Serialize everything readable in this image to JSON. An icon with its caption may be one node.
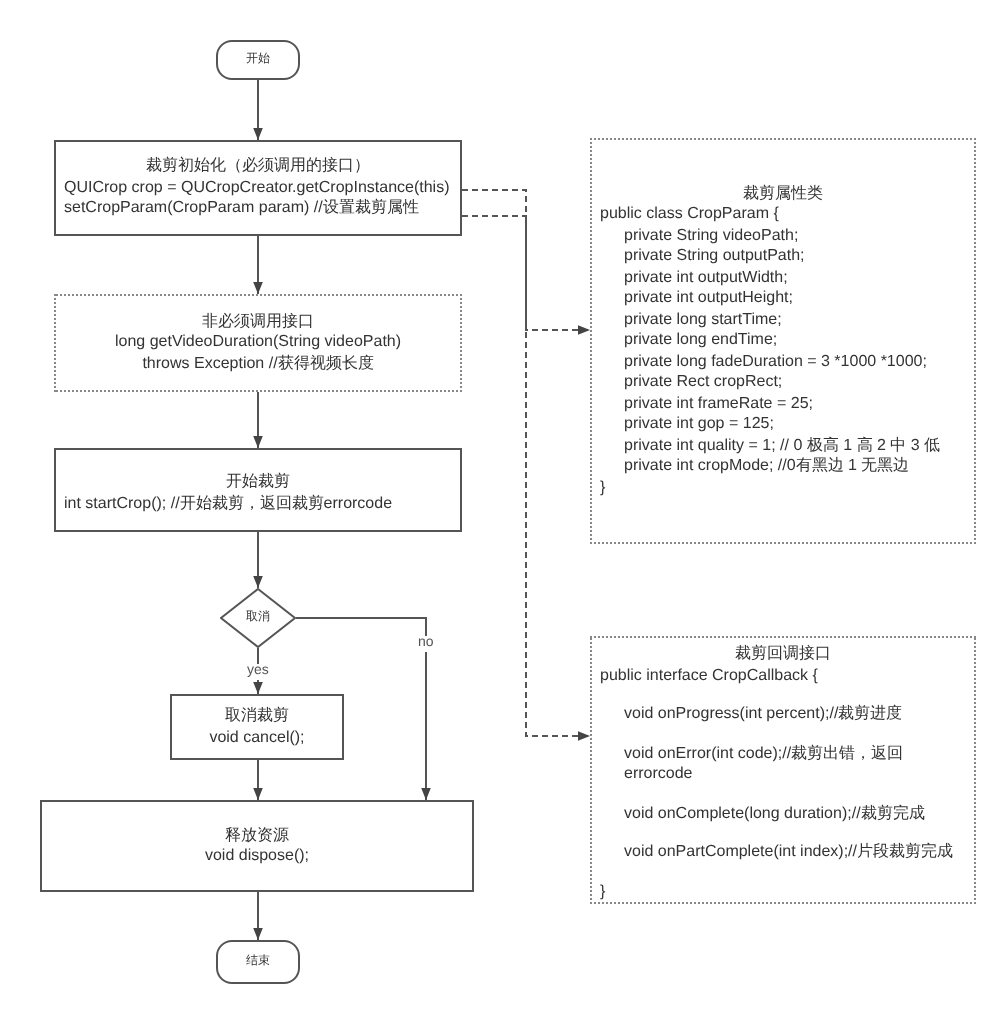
{
  "diagram": {
    "nodes": [
      {
        "text": [
          "开始"
        ]
      },
      {
        "text": [
          "裁剪初始化（必须调用的接口）",
          "QUICrop crop = QUCropCreator.getCropInstance(this)",
          "setCropParam(CropParam param) //设置裁剪属性"
        ]
      },
      {
        "text": [
          "非必须调用接口",
          "long getVideoDuration(String videoPath) throws Exception //获得视频长度"
        ]
      },
      {
        "text": [
          "开始裁剪",
          "int startCrop();  //开始裁剪，返回裁剪errorcode"
        ]
      },
      {
        "text": [
          "取消"
        ]
      },
      {
        "text": [
          "取消裁剪",
          "void cancel();"
        ]
      },
      {
        "text": [
          "释放资源",
          "void dispose();"
        ]
      },
      {
        "text": [
          "结束"
        ]
      },
      {
        "text": [
          "裁剪属性类",
          "public class CropParam {",
          "private String videoPath;",
          "private String outputPath;",
          "private int outputWidth;",
          "private int outputHeight;",
          "private long startTime;",
          "private long endTime;",
          "private long fadeDuration = 3 *1000 *1000;",
          "private Rect cropRect;",
          "private int frameRate = 25;",
          "private int gop = 125;",
          "private int quality = 1; // 0 极高 1 高 2 中 3 低",
          "private int cropMode; //0有黑边 1 无黑边",
          "}"
        ]
      },
      {
        "text": [
          "裁剪回调接口",
          "public interface CropCallback {",
          "void onProgress(int percent);//裁剪进度",
          "void onError(int code);//裁剪出错，返回errorcode",
          "void onComplete(long duration);//裁剪完成",
          "void onPartComplete(int index);//片段裁剪完成",
          "}"
        ]
      }
    ],
    "edges": [
      {
        "from": 0,
        "to": 1,
        "arrow": "to"
      },
      {
        "from": 1,
        "to": 2,
        "arrow": "to"
      },
      {
        "from": 2,
        "to": 3,
        "arrow": "to"
      },
      {
        "from": 3,
        "to": 4,
        "arrow": "to"
      },
      {
        "from": 4,
        "to": 5,
        "arrow": "to",
        "label": "yes"
      },
      {
        "from": 4,
        "to": 6,
        "arrow": "to",
        "label": "no"
      },
      {
        "from": 5,
        "to": 6,
        "arrow": "to"
      },
      {
        "from": 6,
        "to": 7,
        "arrow": "to"
      },
      {
        "from": 1,
        "to": 8,
        "arrow": "to",
        "style": "dashed"
      },
      {
        "from": 1,
        "to": 9,
        "arrow": "to",
        "style": "dashed"
      }
    ]
  }
}
